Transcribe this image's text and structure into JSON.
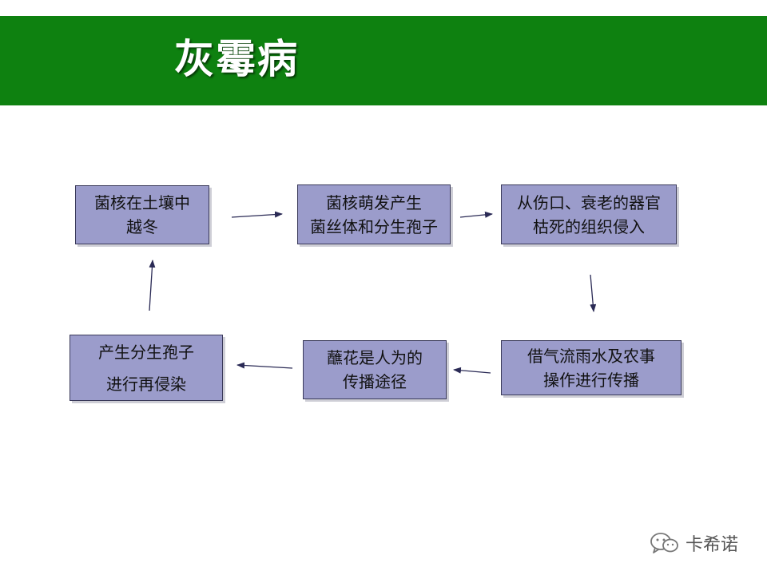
{
  "slide": {
    "title": "灰霉病"
  },
  "diagram": {
    "nodes": [
      {
        "id": "overwinter",
        "lines": [
          "菌核在土壤中",
          "越冬"
        ]
      },
      {
        "id": "germinate",
        "lines": [
          "菌核萌发产生",
          "菌丝体和分生孢子"
        ]
      },
      {
        "id": "invade",
        "lines": [
          "从伤口、衰老的器官",
          "枯死的组织侵入"
        ]
      },
      {
        "id": "spread",
        "lines": [
          "借气流雨水及农事",
          "操作进行传播"
        ]
      },
      {
        "id": "human",
        "lines": [
          "蘸花是人为的",
          "传播途径"
        ]
      },
      {
        "id": "reinfect",
        "lines": [
          "产生分生孢子",
          "进行再侵染"
        ]
      }
    ],
    "edges": [
      {
        "from": "overwinter",
        "to": "germinate"
      },
      {
        "from": "germinate",
        "to": "invade"
      },
      {
        "from": "invade",
        "to": "spread"
      },
      {
        "from": "spread",
        "to": "human"
      },
      {
        "from": "human",
        "to": "reinfect"
      },
      {
        "from": "reinfect",
        "to": "overwinter"
      }
    ]
  },
  "colors": {
    "title_bar": "#0e8110",
    "node_fill": "#9b9ccb",
    "arrow": "#2a2a55"
  },
  "watermark": {
    "icon": "wechat-icon",
    "text": "卡希诺"
  }
}
